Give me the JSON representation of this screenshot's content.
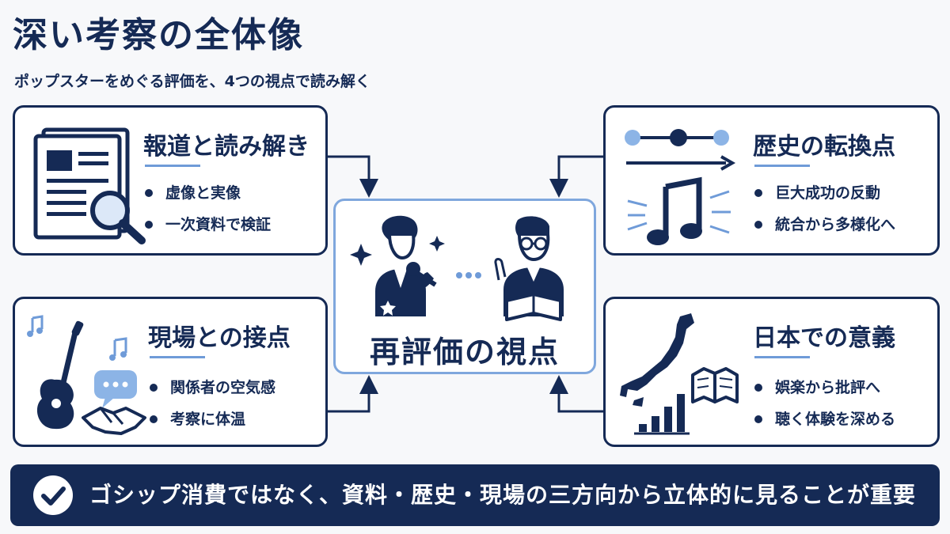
{
  "header": {
    "title": "深い考察の全体像",
    "subtitle": "ポップスターをめぐる評価を、4つの視点で読み解く"
  },
  "center": {
    "label": "再評価の視点",
    "icons": [
      "singer-with-microphone-icon",
      "scholar-with-book-icon",
      "sparkle-icon",
      "ellipsis-icon"
    ]
  },
  "cards": {
    "press": {
      "title": "報道と読み解き",
      "icon": "newspaper-with-magnifier-icon",
      "points": [
        "虚像と実像",
        "一次資料で検証"
      ]
    },
    "history": {
      "title": "歴史の転換点",
      "icon": "timeline-and-music-note-icon",
      "points": [
        "巨大成功の反動",
        "統合から多様化へ"
      ]
    },
    "field": {
      "title": "現場との接点",
      "icon": "guitar-chat-handshake-icon",
      "points": [
        "関係者の空気感",
        "考察に体温"
      ]
    },
    "japan": {
      "title": "日本での意義",
      "icon": "japan-map-book-bar-chart-icon",
      "points": [
        "娯楽から批評へ",
        "聴く体験を深める"
      ]
    }
  },
  "banner": {
    "icon": "check-circle-icon",
    "text": "ゴシップ消費ではなく、資料・歴史・現場の三方向から立体的に見ることが重要"
  },
  "colors": {
    "navy": "#152a55",
    "accent_blue": "#6f9bd8",
    "light_blue": "#8cb4e6",
    "background": "#f7f8fa"
  }
}
